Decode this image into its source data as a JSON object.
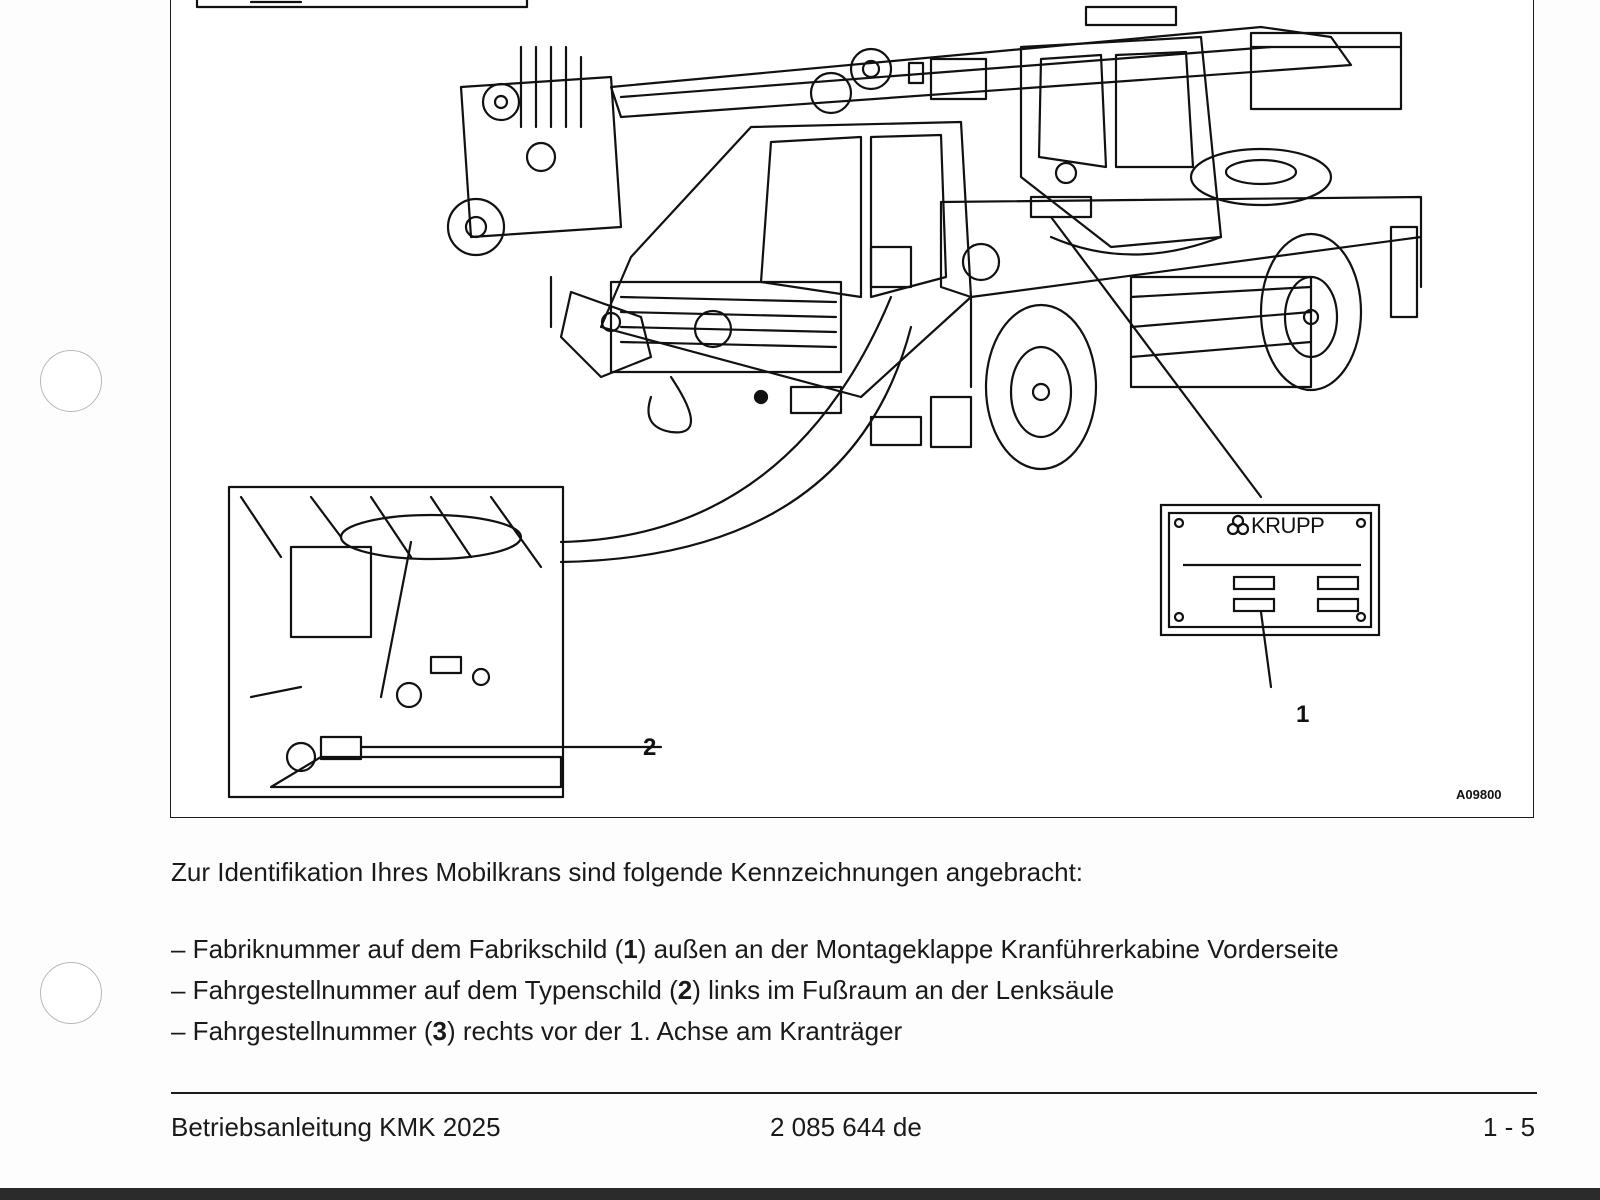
{
  "figure": {
    "plate_brand": "KRUPP",
    "callout_1": "1",
    "callout_2": "2",
    "drawing_code": "A09800"
  },
  "intro": "Zur Identifikation Ihres Mobilkrans sind folgende Kennzeichnungen angebracht:",
  "list": [
    [
      "– Fabriknummer auf dem Fabrikschild (",
      "1",
      ") außen an der Montageklappe Kranführerkabine Vorderseite"
    ],
    [
      "– Fahrgestellnummer auf dem Typenschild (",
      "2",
      ") links im Fußraum an der Lenksäule"
    ],
    [
      "– Fahrgestellnummer (",
      "3",
      ") rechts vor der 1. Achse am Kranträger"
    ]
  ],
  "footer": {
    "title": "Betriebsanleitung KMK 2025",
    "doc_number": "2 085 644 de",
    "page": "1 - 5"
  }
}
